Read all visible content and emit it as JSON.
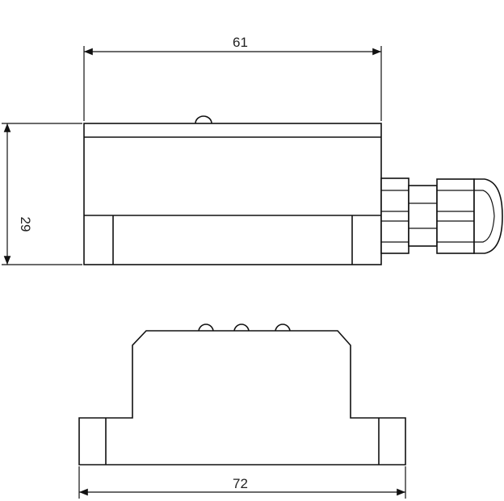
{
  "dimensions": {
    "top_width": "61",
    "side_height": "29",
    "bottom_width": "72"
  }
}
